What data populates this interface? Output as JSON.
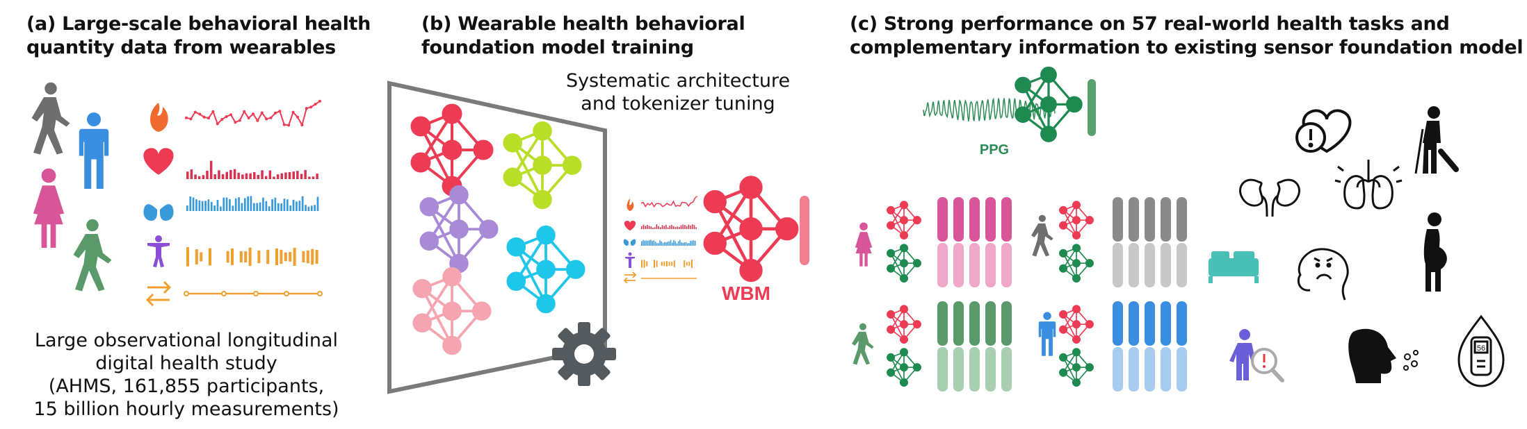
{
  "panel_a": {
    "title_line1": "(a) Large-scale behavioral health",
    "title_line2": "quantity data  from wearables",
    "caption": [
      "Large observational longitudinal",
      "digital health study",
      "(AHMS, 161,855 participants,",
      "15 billion hourly measurements)"
    ],
    "signal_icons": [
      "flame-icon",
      "heart-icon",
      "lungs-icon",
      "person-activity-icon",
      "arrows-icon"
    ],
    "colors": {
      "hr": "#ee3b54",
      "resp": "#3a9ad9",
      "activity": "#f0a030",
      "mobility": "#f0a030",
      "purple": "#8a4fd6",
      "green": "#5a9a6a",
      "pink": "#d9559a",
      "blue": "#3a8ee0",
      "gray": "#6e6e6e"
    }
  },
  "panel_b": {
    "title_line1": "(b) Wearable health behavioral",
    "title_line2": "foundation model training",
    "tuning_line1": "Systematic architecture",
    "tuning_line2": "and tokenizer tuning",
    "model_label": "WBM",
    "network_colors": [
      "#ee3b54",
      "#b9de28",
      "#a98ad6",
      "#1ec6ea",
      "#f5a5b0"
    ],
    "wbm_color": "#ee3b54",
    "gear_color": "#555a5f"
  },
  "panel_c": {
    "title_line1": "(c) Strong performance on 57 real-world health tasks and",
    "title_line2": "complementary information to existing sensor foundation model",
    "ppg_label": "PPG",
    "ppg_color": "#2e8b57",
    "token_colors": {
      "pink": [
        "#d9559a",
        "#f0a8c8"
      ],
      "gray": [
        "#8a8a8a",
        "#c8c8c8"
      ],
      "green": [
        "#5a9a6a",
        "#a8d0b0"
      ],
      "blue": [
        "#3a8ee0",
        "#a8ccf0"
      ]
    },
    "task_icons": [
      "heart-alert-icon",
      "kidneys-icon",
      "lungs-icon",
      "crutch-person-icon",
      "bed-icon",
      "sad-head-icon",
      "pregnant-icon",
      "person-search-icon",
      "cough-icon",
      "glucose-meter-icon"
    ],
    "glucose_reading": "56"
  }
}
